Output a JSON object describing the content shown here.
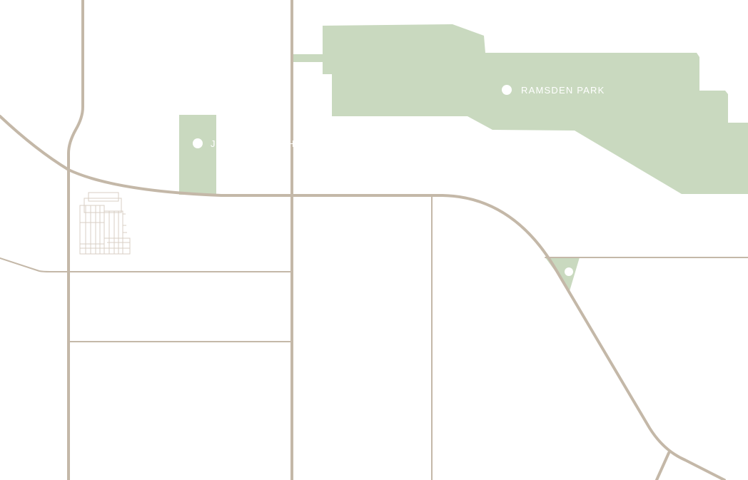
{
  "colors": {
    "road": "#c4b8a8",
    "park": "#c9d9bf",
    "background": "#ffffff",
    "marker": "#ffffff"
  },
  "places": [
    {
      "name": "RAMSDEN PARK",
      "icon": "park-marker-icon"
    },
    {
      "name_fragment_start": "J",
      "name_fragment_end": "H",
      "icon": "park-marker-icon"
    },
    {
      "name": "",
      "icon": "park-marker-icon"
    }
  ],
  "landmark": {
    "icon": "building-icon"
  }
}
